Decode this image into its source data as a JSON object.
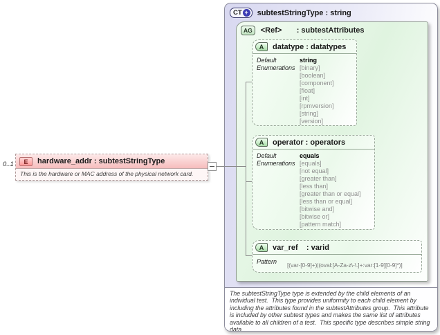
{
  "element": {
    "cardinality": "0..1",
    "icon": "E",
    "title": "hardware_addr : subtestStringType",
    "annotation": "This is the hardware or MAC address of the physical network card."
  },
  "complex_type": {
    "icon": "CT",
    "plus": "+",
    "title": "subtestStringType : string",
    "documentation": "The subtestStringType type is extended by the child elements of an individual test.  This type provides uniformity to each child element by including the attributes found in the subtestAttributes group.  This attribute is included by other subtest types and makes the same list of attributes available to all children of a test.  This specific type describes simple string data."
  },
  "attribute_group": {
    "icon": "AG",
    "title": "<Ref>       : subtestAttributes"
  },
  "attributes": [
    {
      "icon": "A",
      "title": "datatype : datatypes",
      "default_label": "Default",
      "default_value": "string",
      "enum_label": "Enumerations",
      "enums": [
        "[binary]",
        "[boolean]",
        "[component]",
        "[float]",
        "[int]",
        "[rpmversion]",
        "[string]",
        "[version]"
      ]
    },
    {
      "icon": "A",
      "title": "operator : operators",
      "default_label": "Default",
      "default_value": "equals",
      "enum_label": "Enumerations",
      "enums": [
        "[equals]",
        "[not equal]",
        "[greater than]",
        "[less than]",
        "[greater than or equal]",
        "[less than or equal]",
        "[bitwise and]",
        "[bitwise or]",
        "[pattern match]"
      ]
    },
    {
      "icon": "A",
      "title": "var_ref    : varid",
      "pattern_label": "Pattern",
      "pattern_value": "[(var-[0-9]+)|(oval:[A-Za-z\\-\\.]+:var:[1-9][0-9]*)]"
    }
  ]
}
